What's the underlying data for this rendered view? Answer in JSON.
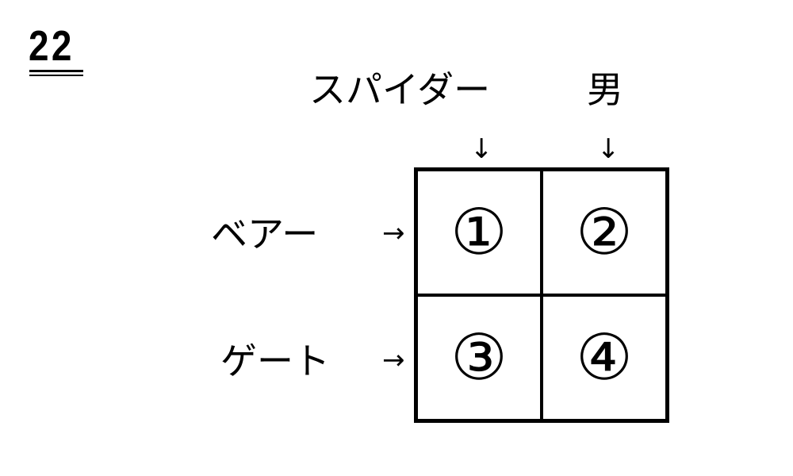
{
  "question_number": "22",
  "columns": [
    "スパイダー",
    "男"
  ],
  "rows": [
    "ベアー",
    "ゲート"
  ],
  "arrows": {
    "down": "↓",
    "right": "→"
  },
  "cells": [
    "①",
    "②",
    "③",
    "④"
  ]
}
